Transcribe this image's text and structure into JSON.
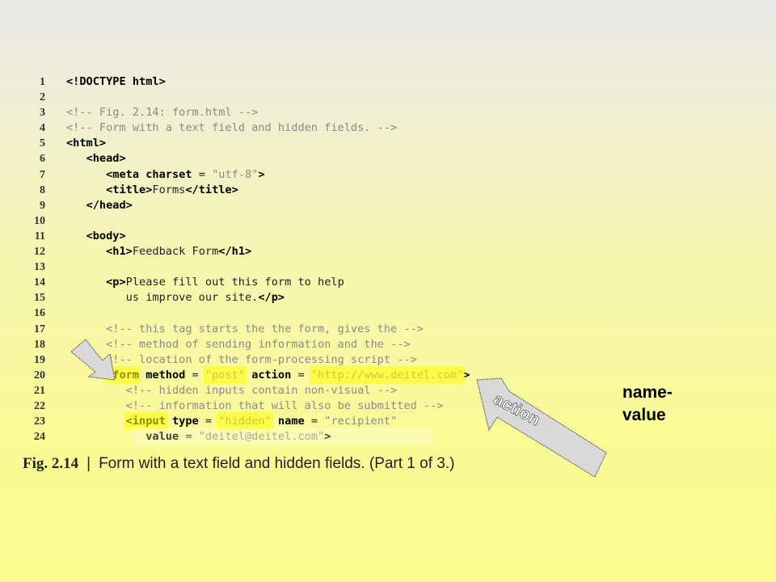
{
  "code": {
    "lines": [
      {
        "num": "1",
        "tokens": [
          {
            "t": "<!DOCTYPE html>",
            "c": "tg"
          }
        ]
      },
      {
        "num": "2",
        "tokens": []
      },
      {
        "num": "3",
        "tokens": [
          {
            "t": "<!-- Fig. 2.14: form.html -->",
            "c": "cm"
          }
        ]
      },
      {
        "num": "4",
        "tokens": [
          {
            "t": "<!-- Form with a text field and hidden fields. -->",
            "c": "cm"
          }
        ]
      },
      {
        "num": "5",
        "tokens": [
          {
            "t": "<html>",
            "c": "tg"
          }
        ]
      },
      {
        "num": "6",
        "tokens": [
          {
            "t": "   ",
            "c": "tx"
          },
          {
            "t": "<head>",
            "c": "tg"
          }
        ]
      },
      {
        "num": "7",
        "tokens": [
          {
            "t": "      ",
            "c": "tx"
          },
          {
            "t": "<meta charset",
            "c": "tg"
          },
          {
            "t": " = ",
            "c": "tx"
          },
          {
            "t": "\"utf-8\"",
            "c": "vl"
          },
          {
            "t": ">",
            "c": "tg"
          }
        ]
      },
      {
        "num": "8",
        "tokens": [
          {
            "t": "      ",
            "c": "tx"
          },
          {
            "t": "<title>",
            "c": "tg"
          },
          {
            "t": "Forms",
            "c": "tx"
          },
          {
            "t": "</title>",
            "c": "tg"
          }
        ]
      },
      {
        "num": "9",
        "tokens": [
          {
            "t": "   ",
            "c": "tx"
          },
          {
            "t": "</head>",
            "c": "tg"
          }
        ]
      },
      {
        "num": "10",
        "tokens": []
      },
      {
        "num": "11",
        "tokens": [
          {
            "t": "   ",
            "c": "tx"
          },
          {
            "t": "<body>",
            "c": "tg"
          }
        ]
      },
      {
        "num": "12",
        "tokens": [
          {
            "t": "      ",
            "c": "tx"
          },
          {
            "t": "<h1>",
            "c": "tg"
          },
          {
            "t": "Feedback Form",
            "c": "tx"
          },
          {
            "t": "</h1>",
            "c": "tg"
          }
        ]
      },
      {
        "num": "13",
        "tokens": []
      },
      {
        "num": "14",
        "tokens": [
          {
            "t": "      ",
            "c": "tx"
          },
          {
            "t": "<p>",
            "c": "tg"
          },
          {
            "t": "Please fill out this form to help",
            "c": "tx"
          }
        ]
      },
      {
        "num": "15",
        "tokens": [
          {
            "t": "         us improve our site.",
            "c": "tx"
          },
          {
            "t": "</p>",
            "c": "tg"
          }
        ]
      },
      {
        "num": "16",
        "tokens": []
      },
      {
        "num": "17",
        "tokens": [
          {
            "t": "      ",
            "c": "tx"
          },
          {
            "t": "<!-- this tag starts the the form, gives the -->",
            "c": "cm"
          }
        ]
      },
      {
        "num": "18",
        "tokens": [
          {
            "t": "      ",
            "c": "tx"
          },
          {
            "t": "<!-- method of sending information and the -->",
            "c": "cm"
          }
        ]
      },
      {
        "num": "19",
        "tokens": [
          {
            "t": "      ",
            "c": "tx"
          },
          {
            "t": "<!-- location of the form-processing script -->",
            "c": "cm"
          }
        ]
      },
      {
        "num": "20",
        "tokens": [
          {
            "t": "      ",
            "c": "tx"
          },
          {
            "t": "<form",
            "c": "tg"
          },
          {
            "t": " ",
            "c": "tx"
          },
          {
            "t": "method",
            "c": "at"
          },
          {
            "t": " = ",
            "c": "tx"
          },
          {
            "t": "\"post\"",
            "c": "vl"
          },
          {
            "t": " ",
            "c": "tx"
          },
          {
            "t": "action",
            "c": "at"
          },
          {
            "t": " = ",
            "c": "tx"
          },
          {
            "t": "\"http://www.deitel.com\"",
            "c": "vl"
          },
          {
            "t": ">",
            "c": "tg"
          }
        ]
      },
      {
        "num": "21",
        "tokens": [
          {
            "t": "         ",
            "c": "tx"
          },
          {
            "t": "<!-- hidden inputs contain non-visual -->",
            "c": "cm"
          }
        ]
      },
      {
        "num": "22",
        "tokens": [
          {
            "t": "         ",
            "c": "tx"
          },
          {
            "t": "<!-- information that will also be submitted -->",
            "c": "cm"
          }
        ]
      },
      {
        "num": "23",
        "tokens": [
          {
            "t": "         ",
            "c": "tx"
          },
          {
            "t": "<input",
            "c": "tg"
          },
          {
            "t": " ",
            "c": "tx"
          },
          {
            "t": "type",
            "c": "at"
          },
          {
            "t": " = ",
            "c": "tx"
          },
          {
            "t": "\"hidden\"",
            "c": "vl"
          },
          {
            "t": " ",
            "c": "tx"
          },
          {
            "t": "name",
            "c": "at"
          },
          {
            "t": " = ",
            "c": "tx"
          },
          {
            "t": "\"recipient\"",
            "c": "vl"
          }
        ]
      },
      {
        "num": "24",
        "tokens": [
          {
            "t": "            ",
            "c": "tx"
          },
          {
            "t": "value",
            "c": "at"
          },
          {
            "t": " = ",
            "c": "tx"
          },
          {
            "t": "\"deitel@deitel.com\"",
            "c": "vl"
          },
          {
            "t": ">",
            "c": "tg"
          }
        ]
      }
    ]
  },
  "caption": {
    "fig": "Fig. 2.14",
    "separator": "|",
    "text": "Form with a text field and hidden fields. (Part 1 of 3.)"
  },
  "callouts": {
    "action_label": "action",
    "side_label": "name-value"
  },
  "colors": {
    "highlight": "#ffff00",
    "arrow_fill": "#d9d9d9"
  },
  "icons": [
    "arrow-pointer-icon",
    "arrow-callout-icon"
  ]
}
